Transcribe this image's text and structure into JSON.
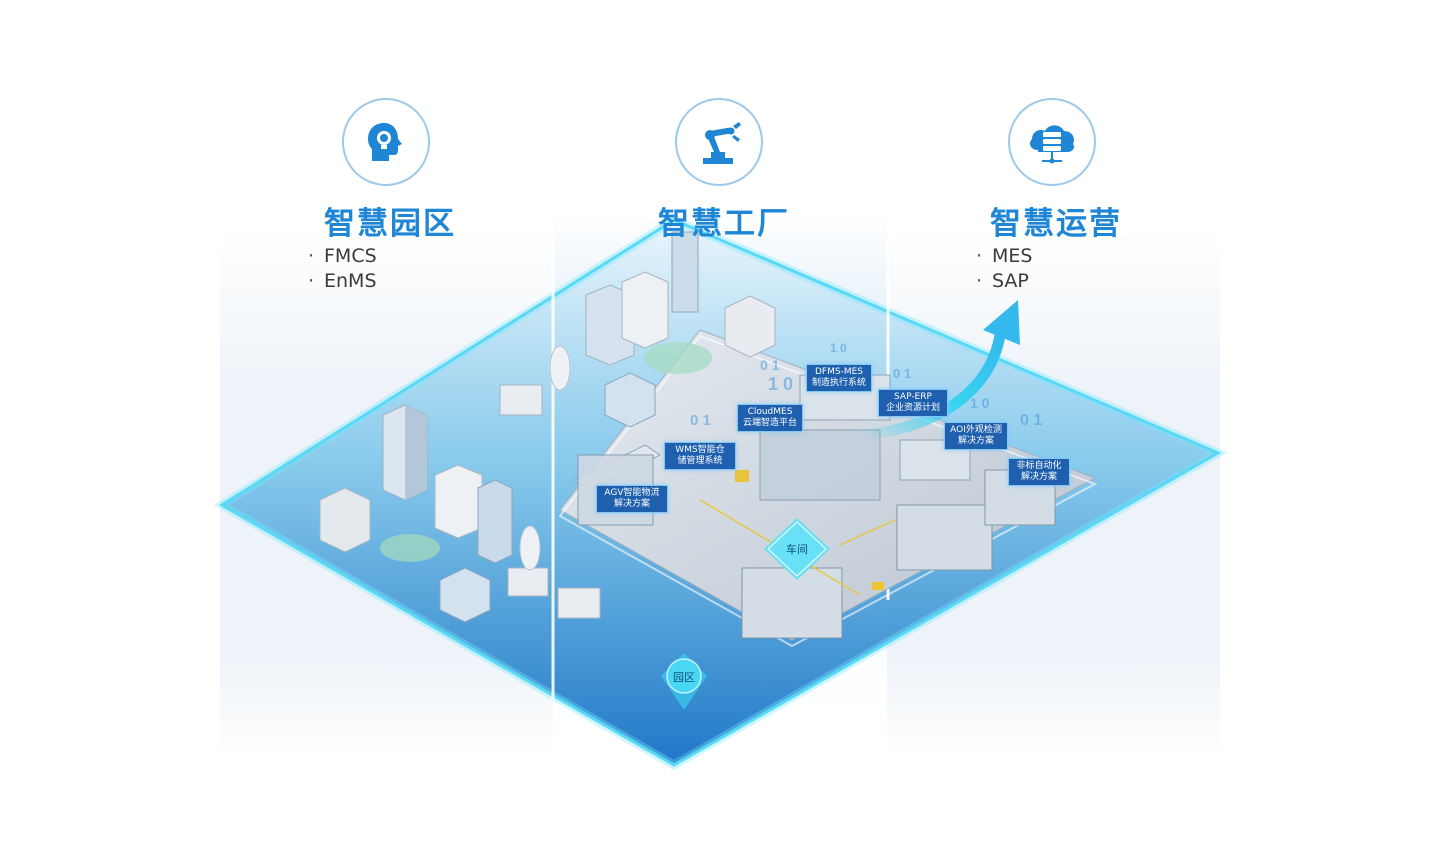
{
  "sections": [
    {
      "title": "智慧园区",
      "icon": "head-lightbulb-icon",
      "items": [
        "FMCS",
        "EnMS"
      ]
    },
    {
      "title": "智慧工厂",
      "icon": "robot-arm-icon",
      "items": []
    },
    {
      "title": "智慧运营",
      "icon": "cloud-server-icon",
      "items": [
        "MES",
        "SAP"
      ]
    }
  ],
  "bullet": "·",
  "tags": {
    "agv": [
      "AGV智能物流",
      "解决方案"
    ],
    "wms": [
      "WMS智能仓",
      "储管理系统"
    ],
    "cloudmes": [
      "CloudMES",
      "云端智造平台"
    ],
    "dfms": [
      "DFMS-MES",
      "制造执行系统"
    ],
    "sap": [
      "SAP-ERP",
      "企业资源计划"
    ],
    "aoi": [
      "AOI外观检测",
      "解决方案"
    ],
    "nonstd": [
      "非标自动化",
      "解决方案"
    ]
  },
  "markers": {
    "workshop": "车间",
    "park": "园区"
  },
  "colors": {
    "title": "#1f86d6",
    "platform_edge": "#48d4f2",
    "tag_bg": "#1e5fae",
    "arrow": "#38d3f0"
  }
}
